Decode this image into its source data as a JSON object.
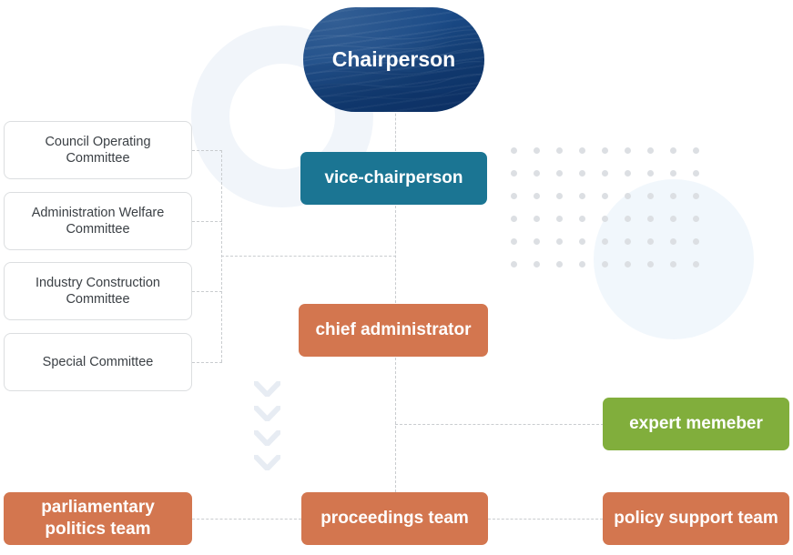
{
  "diagram": {
    "title": "organization-chart",
    "colors": {
      "chair_blue": "#164279",
      "teal": "#1b7593",
      "orange": "#d3764f",
      "green": "#81ae3c",
      "box_border": "#dcdee0",
      "box_text": "#3b4045",
      "line": "#c9cccf",
      "decor_blue": "#f1f5fa",
      "decor_circle": "#f1f7fc",
      "dot": "#dcdfe3",
      "chevron": "#e7ecf3"
    },
    "nodes": {
      "chairperson": {
        "label": "Chairperson"
      },
      "vice_chairperson": {
        "label": "vice-chairperson"
      },
      "chief_administrator": {
        "label": "chief administrator"
      },
      "expert_member": {
        "label": "expert memeber"
      },
      "parliamentary_politics_team": {
        "label": "parliamentary\npolitics team",
        "line1": "parliamentary",
        "line2": "politics team"
      },
      "proceedings_team": {
        "label": "proceedings team"
      },
      "policy_support_team": {
        "label": "policy support team"
      }
    },
    "committees": [
      {
        "label": "Council Operating\nCommittee",
        "line1": "Council Operating",
        "line2": "Committee"
      },
      {
        "label": "Administration Welfare\nCommittee",
        "line1": "Administration Welfare",
        "line2": "Committee"
      },
      {
        "label": "Industry Construction\nCommittee",
        "line1": "Industry Construction",
        "line2": "Committee"
      },
      {
        "label": "Special Committee",
        "line1": "Special Committee",
        "line2": ""
      }
    ],
    "decor": {
      "dot_grid": {
        "columns": 9,
        "rows": 6,
        "spacing": 25
      },
      "chevron_count": 4
    }
  }
}
